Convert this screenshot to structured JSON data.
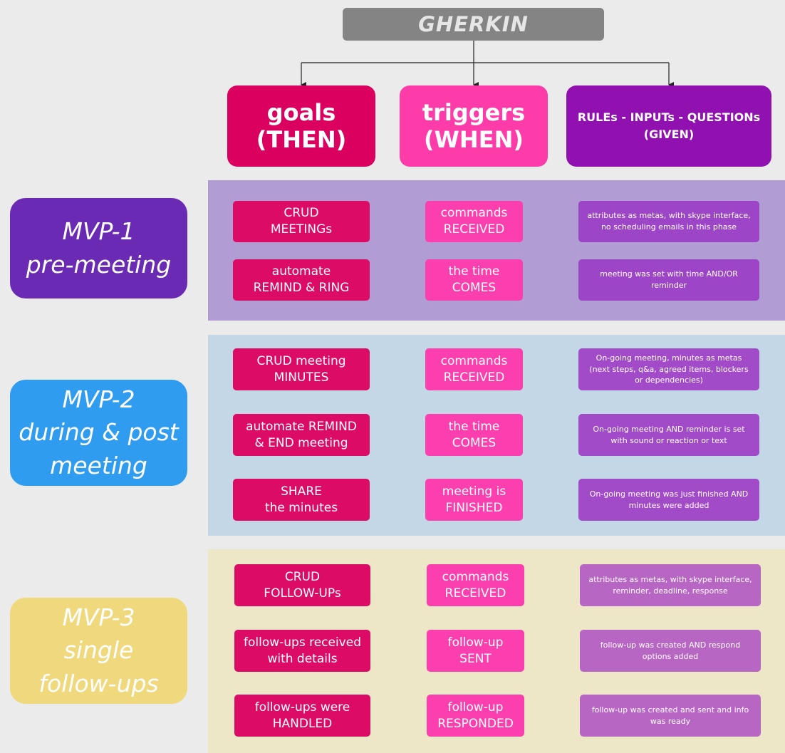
{
  "title": "GHERKIN",
  "headers": {
    "goals": "goals\n(THEN)",
    "triggers": "triggers\n(WHEN)",
    "rules": "RULEs - INPUTs - QUESTIONs\n(GIVEN)"
  },
  "mvps": [
    {
      "label": "MVP-1\npre-meeting",
      "rows": [
        {
          "goal": "CRUD\nMEETINGs",
          "trigger": "commands\nRECEIVED",
          "rule": "attributes as metas, with skype interface, no scheduling emails in this phase"
        },
        {
          "goal": "automate\nREMIND & RING",
          "trigger": "the time\nCOMES",
          "rule": "meeting was set with time AND/OR reminder"
        }
      ]
    },
    {
      "label": "MVP-2\nduring & post\nmeeting",
      "rows": [
        {
          "goal": "CRUD meeting\nMINUTES",
          "trigger": "commands\nRECEIVED",
          "rule": "On-going meeting, minutes as metas\n(next steps, q&a, agreed items, blockers or dependencies)"
        },
        {
          "goal": "automate REMIND\n& END meeting",
          "trigger": "the time\nCOMES",
          "rule": "On-going meeting AND reminder is set with sound or reaction or text"
        },
        {
          "goal": "SHARE\nthe minutes",
          "trigger": "meeting is\nFINISHED",
          "rule": "On-going meeting was just finished AND minutes were added"
        }
      ]
    },
    {
      "label": "MVP-3\nsingle\nfollow-ups",
      "rows": [
        {
          "goal": "CRUD\nFOLLOW-UPs",
          "trigger": "commands\nRECEIVED",
          "rule": "attributes as metas, with skype interface, reminder, deadline, response"
        },
        {
          "goal": "follow-ups received\nwith details",
          "trigger": "follow-up\nSENT",
          "rule": "follow-up was created AND respond options added"
        },
        {
          "goal": "follow-ups were\nHANDLED",
          "trigger": "follow-up\nRESPONDED",
          "rule": "follow-up was created and sent and info was ready"
        }
      ]
    }
  ],
  "colors": {
    "title_bg": "#848484",
    "goals_header": "#db0060",
    "triggers_header": "#fd3ba9",
    "rules_header": "#9010b0",
    "mvp1": "#6a2ab4",
    "mvp2": "#2f9cf0",
    "mvp3": "#f0d87c",
    "panel1": "#b19cd3",
    "panel2": "#c4d7e6",
    "panel3": "#ede6c7",
    "goal_cell": "#db0b66",
    "trigger_cell": "#fb3fae"
  }
}
